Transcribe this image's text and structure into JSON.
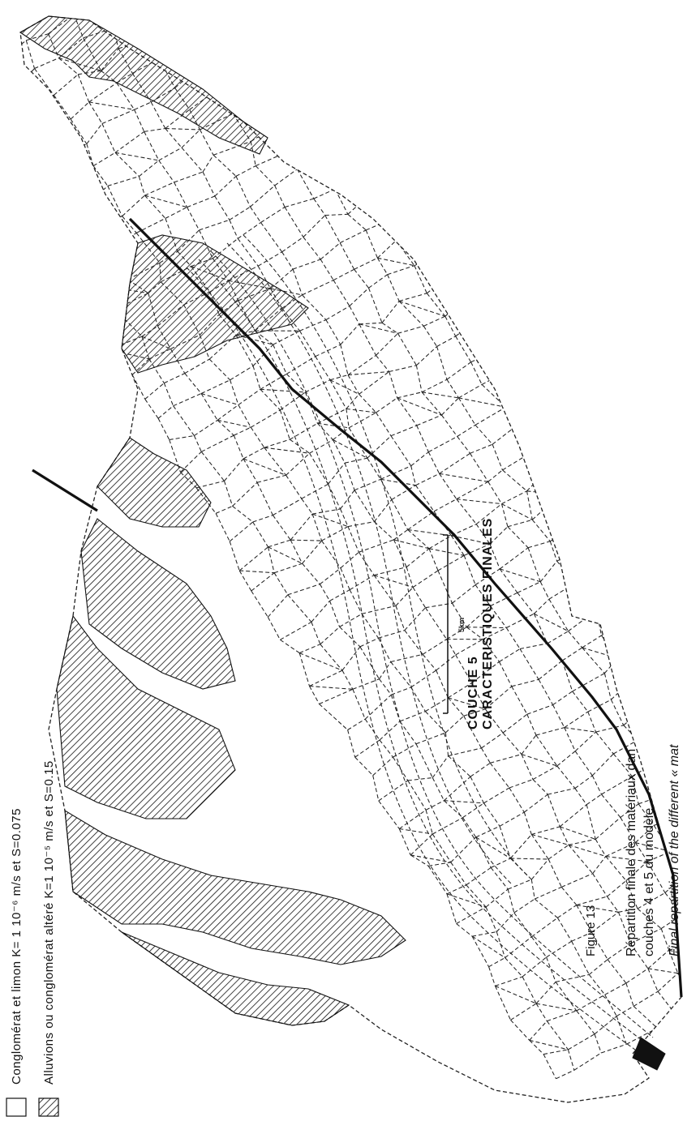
{
  "legend": {
    "items": [
      {
        "label": "Conglomérat et limon  K= 1 10⁻⁶ m/s et  S=0.075",
        "pattern": "plain",
        "color": "#ffffff"
      },
      {
        "label": "Alluvions ou conglomérat altéré  K=1 10⁻⁵ m/s et S=0.15",
        "pattern": "hatched",
        "color": "#111111"
      }
    ]
  },
  "title": {
    "line1": "COUCHE 5",
    "line2": "CARACTERISTIQUES FINALES"
  },
  "scale_bar": {
    "label": "5km"
  },
  "figure": {
    "label": "Figure 13",
    "caption_fr_line1": "Répartition finale des matériaux dan",
    "caption_fr_line2": "couches 4 et 5 du modèle.",
    "caption_en_line1": "Final repartition of the different « mat"
  },
  "colors": {
    "ink": "#111111",
    "paper": "#ffffff"
  }
}
